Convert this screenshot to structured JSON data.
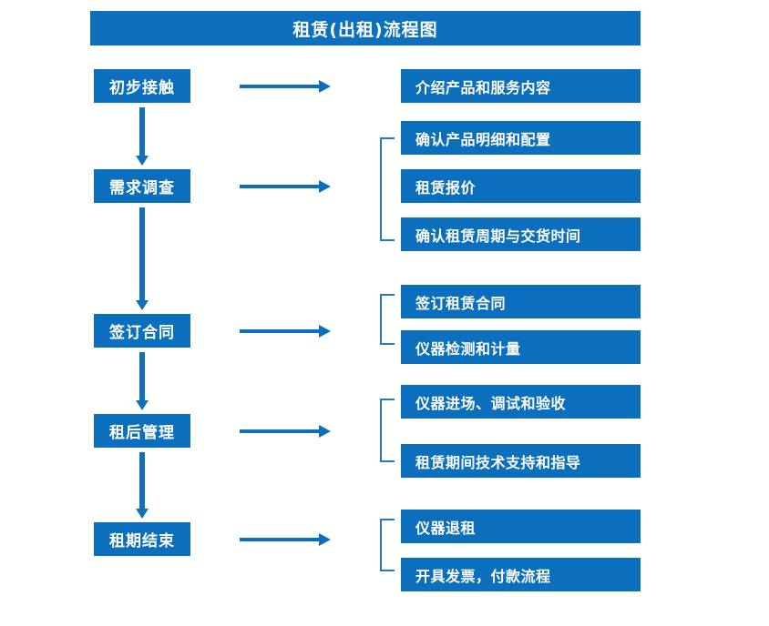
{
  "title": "租赁(出租)流程图",
  "colors": {
    "box_blue": "#0c6fbe",
    "title_blue": "#0c70bf",
    "arrow_blue": "#0d6fbc",
    "bracket_blue": "#2b77bd",
    "text": "#ffffff",
    "background": "#ffffff"
  },
  "stages": [
    {
      "label": "初步接触"
    },
    {
      "label": "需求调查"
    },
    {
      "label": "签订合同"
    },
    {
      "label": "租后管理"
    },
    {
      "label": "租期结束"
    }
  ],
  "details": [
    {
      "label": "介绍产品和服务内容"
    },
    {
      "label": "确认产品明细和配置"
    },
    {
      "label": "租赁报价"
    },
    {
      "label": "确认租赁周期与交货时间"
    },
    {
      "label": "签订租赁合同"
    },
    {
      "label": "仪器检测和计量"
    },
    {
      "label": "仪器进场、调试和验收"
    },
    {
      "label": "租赁期间技术支持和指导"
    },
    {
      "label": "仪器退租"
    },
    {
      "label": "开具发票，付款流程"
    }
  ]
}
